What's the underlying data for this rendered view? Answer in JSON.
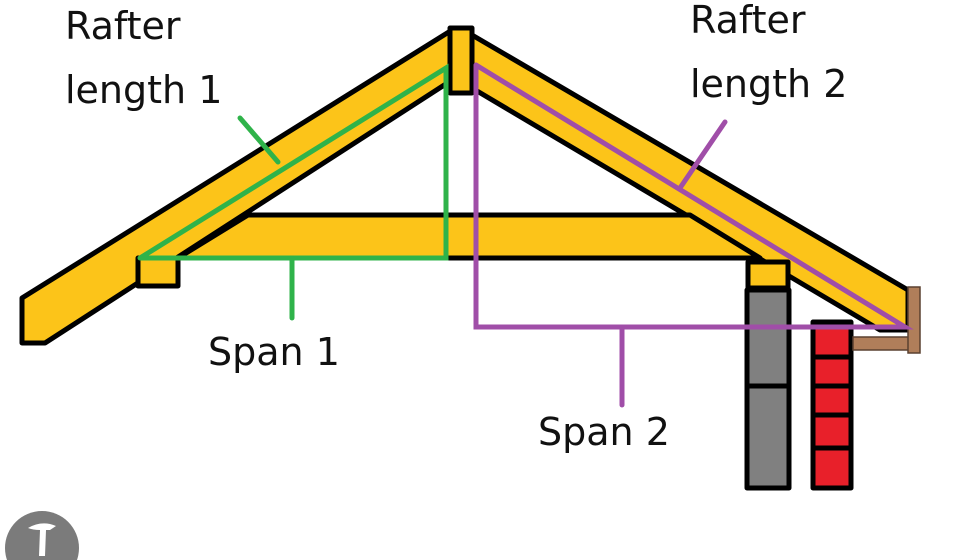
{
  "labels": {
    "rafter1_line1": "Rafter",
    "rafter1_line2": "length 1",
    "rafter2_line1": "Rafter",
    "rafter2_line2": "length 2",
    "span1": "Span 1",
    "span2": "Span 2"
  },
  "colors": {
    "timber": "#fcc419",
    "rafter1_span1": "#2fb34a",
    "rafter2_span2": "#a04ea8",
    "block_wall": "#808080",
    "brick_wall": "#e8202a",
    "bracket": "#b07e5a"
  },
  "logo_icon": "hammer-icon"
}
